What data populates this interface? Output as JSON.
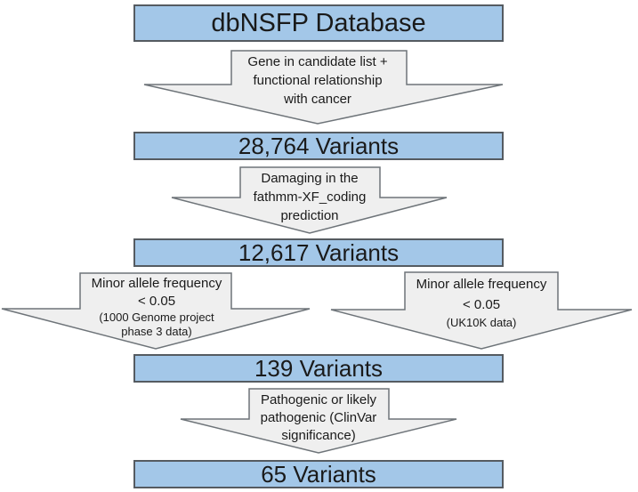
{
  "colors": {
    "box_fill": "#a3c7e8",
    "box_border": "#555b61",
    "arrow_fill": "#efefef",
    "arrow_border": "#6e7479",
    "text": "#1a1a1a"
  },
  "boxes": [
    {
      "label": "dbNSFP Database"
    },
    {
      "label": "28,764 Variants"
    },
    {
      "label": "12,617 Variants"
    },
    {
      "label": "139 Variants"
    },
    {
      "label": "65 Variants"
    }
  ],
  "arrows": [
    {
      "name": "candidate-gene-filter",
      "lines": [
        "Gene in candidate list +",
        "functional relationship",
        "with cancer"
      ]
    },
    {
      "name": "fathmm-prediction-filter",
      "lines": [
        "Damaging in the",
        "fathmm-XF_coding",
        "prediction"
      ]
    },
    {
      "name": "maf-1000-genome-filter",
      "lines": [
        "Minor allele frequency",
        "< 0.05",
        "(1000 Genome project",
        "phase 3 data)"
      ]
    },
    {
      "name": "maf-uk10k-filter",
      "lines": [
        "Minor allele frequency",
        "< 0.05",
        "(UK10K data)"
      ]
    },
    {
      "name": "clinvar-significance-filter",
      "lines": [
        "Pathogenic or likely",
        "pathogenic (ClinVar",
        "significance)"
      ]
    }
  ]
}
